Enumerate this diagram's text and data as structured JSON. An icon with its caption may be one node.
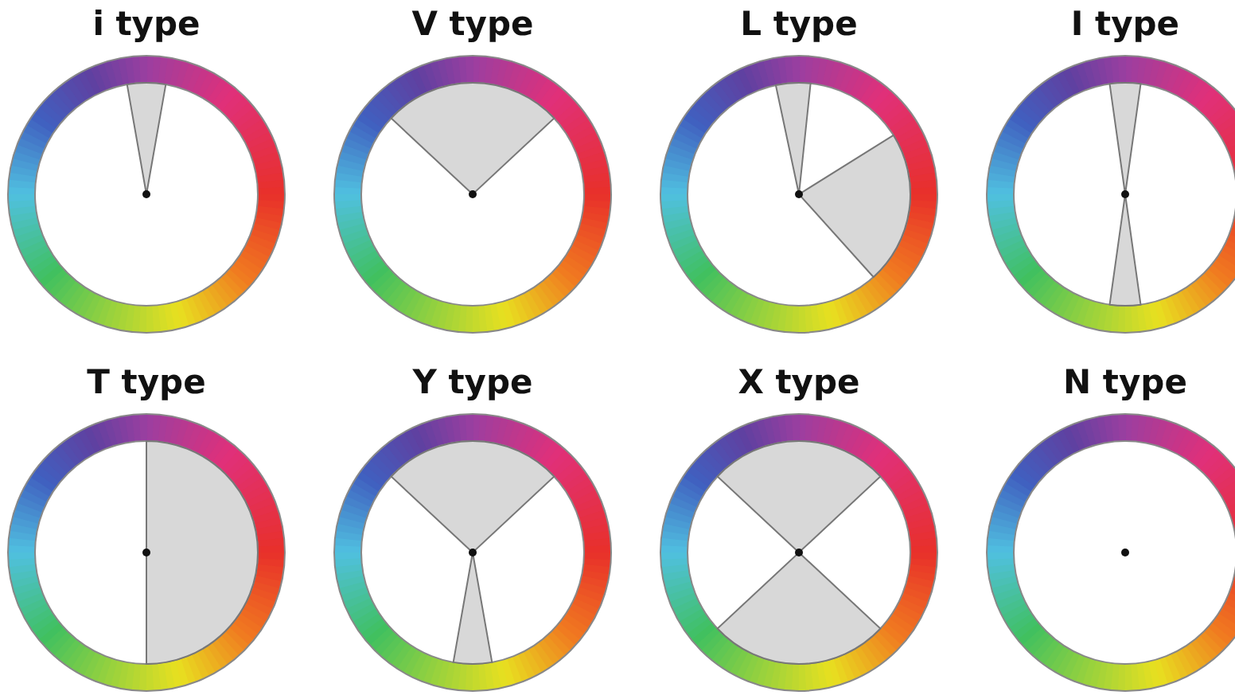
{
  "diagram": {
    "nodes": [
      {
        "text": [
          "i type"
        ]
      },
      {
        "text": [
          "V type"
        ]
      },
      {
        "text": [
          "L type"
        ]
      },
      {
        "text": [
          "I type"
        ]
      },
      {
        "text": [
          "T type"
        ]
      },
      {
        "text": [
          "Y type"
        ]
      },
      {
        "text": [
          "X type"
        ]
      },
      {
        "text": [
          "N type"
        ]
      }
    ]
  }
}
